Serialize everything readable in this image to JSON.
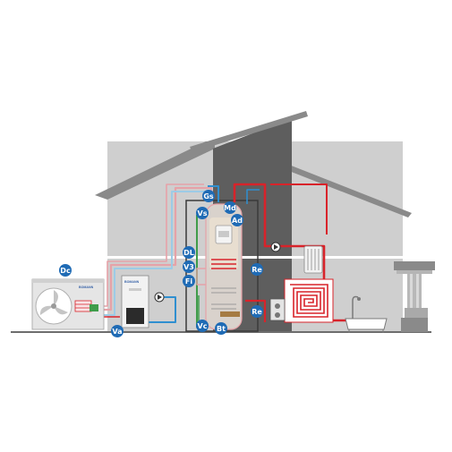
{
  "brand": {
    "outdoor_unit_label": "BOMANN",
    "indoor_unit_label": "BOMANN"
  },
  "badges": [
    {
      "id": "gs",
      "label": "Gs"
    },
    {
      "id": "md",
      "label": "Md"
    },
    {
      "id": "vs",
      "label": "Vs"
    },
    {
      "id": "ad",
      "label": "Ad"
    },
    {
      "id": "dl",
      "label": "DL"
    },
    {
      "id": "v3",
      "label": "V3"
    },
    {
      "id": "re-upper",
      "label": "Re"
    },
    {
      "id": "fi",
      "label": "Fi"
    },
    {
      "id": "dc",
      "label": "Dc"
    },
    {
      "id": "re-lower",
      "label": "Re"
    },
    {
      "id": "bt",
      "label": "Bt"
    },
    {
      "id": "vc",
      "label": "Vc"
    },
    {
      "id": "va",
      "label": "Va"
    }
  ],
  "colors": {
    "badge": "#1f6bb5",
    "hot_pipe": "#d8232a",
    "cold_pipe": "#2f8fd0",
    "warm_pipe": "#e6a2a8",
    "cool_pipe": "#9ccbe6",
    "house": "#cfcfcf",
    "roof": "#8a8a8a",
    "chimney": "#5e5e5e",
    "floor_heating": "#d8232a"
  }
}
